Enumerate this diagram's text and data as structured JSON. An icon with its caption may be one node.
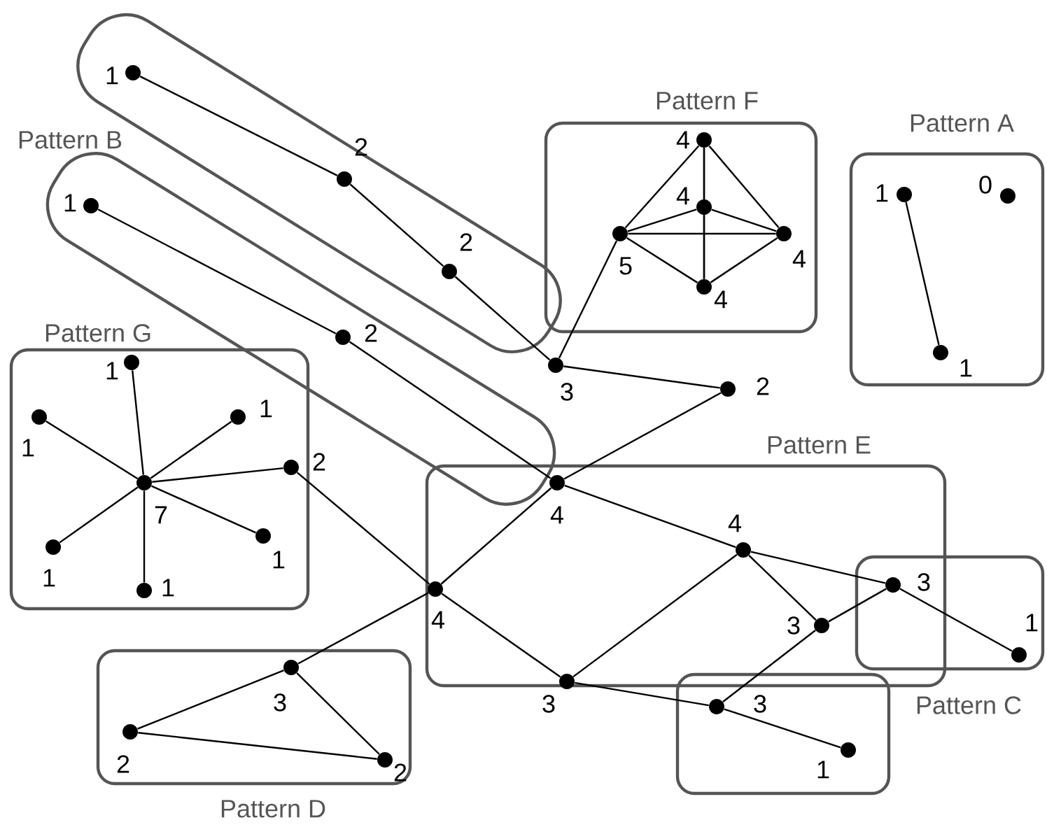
{
  "diagram": {
    "nodes": [
      {
        "text": [],
        "shape": "box"
      },
      {
        "text": [],
        "shape": "circle",
        "beside": [
          "1"
        ],
        "in": 0
      },
      {
        "text": [],
        "shape": "circle",
        "beside": [
          "2"
        ],
        "in": 0
      },
      {
        "text": [],
        "shape": "circle",
        "beside": [
          "2"
        ],
        "in": 0
      },
      {
        "text": [
          "Pattern B"
        ]
      },
      {
        "text": [],
        "shape": "circle",
        "beside": [
          "1"
        ],
        "in": 4
      },
      {
        "text": [],
        "shape": "circle",
        "beside": [
          "2"
        ],
        "in": 4
      },
      {
        "text": [
          "Pattern F"
        ]
      },
      {
        "text": [],
        "shape": "circle",
        "beside": [
          "4"
        ],
        "in": 7
      },
      {
        "text": [],
        "shape": "circle",
        "beside": [
          "4"
        ],
        "in": 7
      },
      {
        "text": [],
        "shape": "circle",
        "beside": [
          "5"
        ],
        "in": 7
      },
      {
        "text": [],
        "shape": "circle",
        "beside": [
          "4"
        ],
        "in": 7
      },
      {
        "text": [],
        "shape": "circle",
        "beside": [
          "4"
        ],
        "in": 7
      },
      {
        "text": [
          "Pattern A"
        ]
      },
      {
        "text": [],
        "shape": "circle",
        "beside": [
          "1"
        ],
        "in": 13
      },
      {
        "text": [],
        "shape": "circle",
        "beside": [
          "0"
        ],
        "in": 13
      },
      {
        "text": [],
        "shape": "circle",
        "beside": [
          "1"
        ],
        "in": 13
      },
      {
        "text": [],
        "shape": "circle",
        "beside": [
          "3"
        ]
      },
      {
        "text": [],
        "shape": "circle",
        "beside": [
          "2"
        ]
      },
      {
        "text": [
          "Pattern G"
        ]
      },
      {
        "text": [],
        "shape": "circle",
        "beside": [
          "7"
        ],
        "in": 19
      },
      {
        "text": [],
        "shape": "circle",
        "beside": [
          "1"
        ],
        "in": 19
      },
      {
        "text": [],
        "shape": "circle",
        "beside": [
          "1"
        ],
        "in": 19
      },
      {
        "text": [],
        "shape": "circle",
        "beside": [
          "1"
        ],
        "in": 19
      },
      {
        "text": [],
        "shape": "circle",
        "beside": [
          "2"
        ],
        "in": 19
      },
      {
        "text": [],
        "shape": "circle",
        "beside": [
          "1"
        ],
        "in": 19
      },
      {
        "text": [],
        "shape": "circle",
        "beside": [
          "1"
        ],
        "in": 19
      },
      {
        "text": [],
        "shape": "circle",
        "beside": [
          "1"
        ],
        "in": 19
      },
      {
        "text": [
          "Pattern E"
        ]
      },
      {
        "text": [],
        "shape": "circle",
        "beside": [
          "4"
        ],
        "in": 28
      },
      {
        "text": [],
        "shape": "circle",
        "beside": [
          "4"
        ],
        "in": 28
      },
      {
        "text": [],
        "shape": "circle",
        "beside": [
          "4"
        ],
        "in": 28
      },
      {
        "text": [],
        "shape": "circle",
        "beside": [
          "3"
        ],
        "in": 28
      },
      {
        "text": [],
        "shape": "circle",
        "beside": [
          "3"
        ],
        "in": 28
      },
      {
        "text": [
          "Pattern C"
        ]
      },
      {
        "text": [],
        "shape": "circle",
        "beside": [
          "3"
        ]
      },
      {
        "text": [],
        "shape": "circle",
        "beside": [
          "1"
        ],
        "in": 34
      },
      {
        "text": [],
        "shape": "box"
      },
      {
        "text": [],
        "shape": "circle",
        "beside": [
          "3"
        ],
        "in": 37
      },
      {
        "text": [],
        "shape": "circle",
        "beside": [
          "1"
        ],
        "in": 37
      },
      {
        "text": [
          "Pattern D"
        ]
      },
      {
        "text": [],
        "shape": "circle",
        "beside": [
          "3"
        ],
        "in": 40
      },
      {
        "text": [],
        "shape": "circle",
        "beside": [
          "2"
        ],
        "in": 40
      },
      {
        "text": [],
        "shape": "circle",
        "beside": [
          "2"
        ],
        "in": 40
      }
    ],
    "edges": [
      {
        "from": 1,
        "to": 2,
        "arrow": "none"
      },
      {
        "from": 2,
        "to": 3,
        "arrow": "none"
      },
      {
        "from": 3,
        "to": 17,
        "arrow": "none"
      },
      {
        "from": 5,
        "to": 6,
        "arrow": "none"
      },
      {
        "from": 6,
        "to": 29,
        "arrow": "none"
      },
      {
        "from": 8,
        "to": 9,
        "arrow": "none"
      },
      {
        "from": 8,
        "to": 10,
        "arrow": "none"
      },
      {
        "from": 8,
        "to": 11,
        "arrow": "none"
      },
      {
        "from": 8,
        "to": 12,
        "arrow": "none"
      },
      {
        "from": 9,
        "to": 10,
        "arrow": "none"
      },
      {
        "from": 9,
        "to": 11,
        "arrow": "none"
      },
      {
        "from": 9,
        "to": 12,
        "arrow": "none"
      },
      {
        "from": 10,
        "to": 11,
        "arrow": "none"
      },
      {
        "from": 10,
        "to": 12,
        "arrow": "none"
      },
      {
        "from": 11,
        "to": 12,
        "arrow": "none"
      },
      {
        "from": 10,
        "to": 17,
        "arrow": "none"
      },
      {
        "from": 17,
        "to": 18,
        "arrow": "none"
      },
      {
        "from": 18,
        "to": 29,
        "arrow": "none"
      },
      {
        "from": 14,
        "to": 16,
        "arrow": "none"
      },
      {
        "from": 20,
        "to": 21,
        "arrow": "none"
      },
      {
        "from": 20,
        "to": 22,
        "arrow": "none"
      },
      {
        "from": 20,
        "to": 23,
        "arrow": "none"
      },
      {
        "from": 20,
        "to": 24,
        "arrow": "none"
      },
      {
        "from": 20,
        "to": 25,
        "arrow": "none"
      },
      {
        "from": 20,
        "to": 26,
        "arrow": "none"
      },
      {
        "from": 20,
        "to": 27,
        "arrow": "none"
      },
      {
        "from": 24,
        "to": 30,
        "arrow": "none"
      },
      {
        "from": 29,
        "to": 30,
        "arrow": "none"
      },
      {
        "from": 29,
        "to": 31,
        "arrow": "none"
      },
      {
        "from": 30,
        "to": 41,
        "arrow": "none"
      },
      {
        "from": 30,
        "to": 33,
        "arrow": "none"
      },
      {
        "from": 33,
        "to": 31,
        "arrow": "none"
      },
      {
        "from": 33,
        "to": 38,
        "arrow": "none"
      },
      {
        "from": 31,
        "to": 32,
        "arrow": "none"
      },
      {
        "from": 31,
        "to": 35,
        "arrow": "none"
      },
      {
        "from": 32,
        "to": 35,
        "arrow": "none"
      },
      {
        "from": 32,
        "to": 38,
        "arrow": "none"
      },
      {
        "from": 35,
        "to": 36,
        "arrow": "none"
      },
      {
        "from": 38,
        "to": 39,
        "arrow": "none"
      },
      {
        "from": 41,
        "to": 42,
        "arrow": "none"
      },
      {
        "from": 41,
        "to": 43,
        "arrow": "none"
      },
      {
        "from": 42,
        "to": 43,
        "arrow": "none"
      }
    ]
  }
}
